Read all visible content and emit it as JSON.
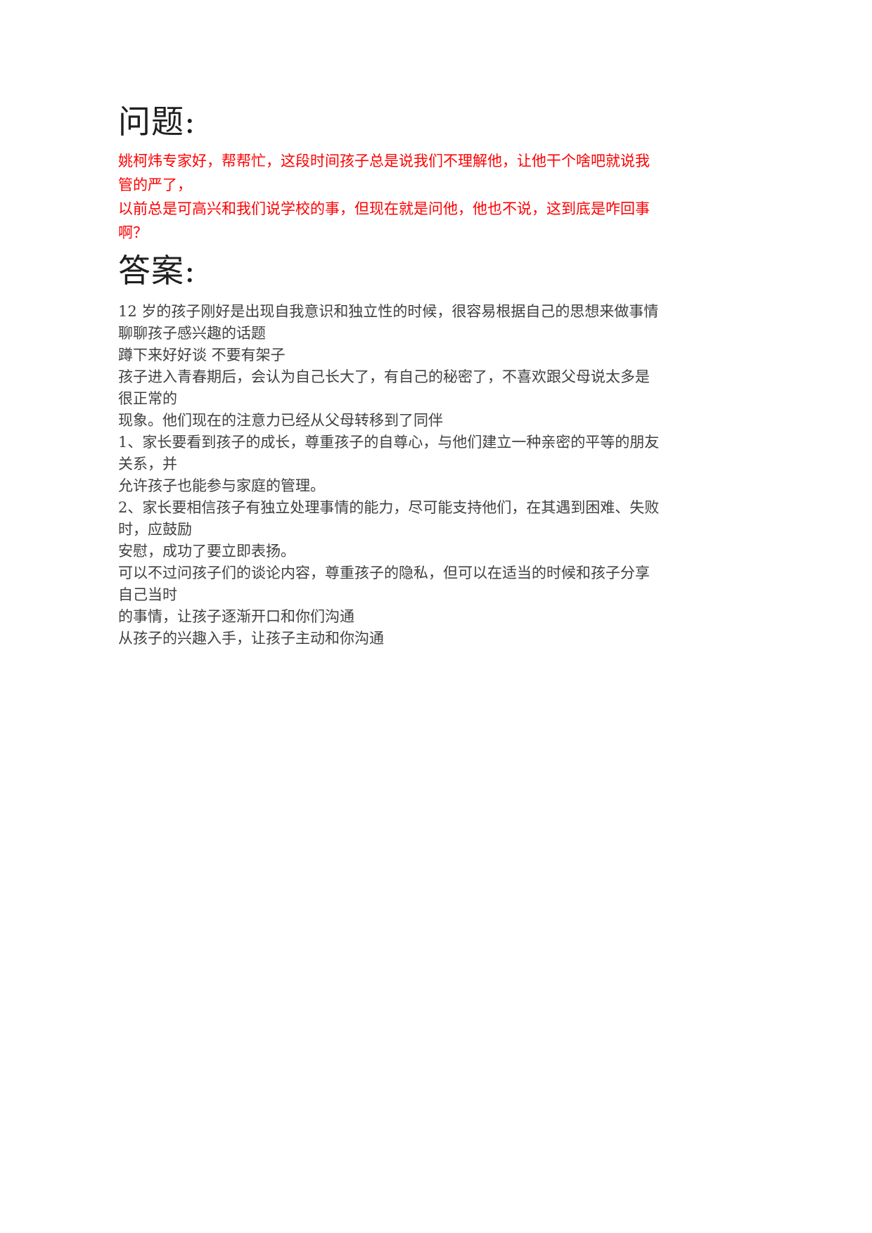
{
  "headings": {
    "question": "问题:",
    "answer": "答案:"
  },
  "question": {
    "lines": [
      "姚柯炜专家好，帮帮忙，这段时间孩子总是说我们不理解他，让他干个啥吧就说我管的严了，",
      "以前总是可高兴和我们说学校的事，但现在就是问他，他也不说，这到底是咋回事啊？"
    ]
  },
  "answer": {
    "lines": [
      "12 岁的孩子刚好是出现自我意识和独立性的时候，很容易根据自己的思想来做事情",
      "聊聊孩子感兴趣的话题",
      "蹲下来好好谈 不要有架子",
      "孩子进入青春期后，会认为自己长大了，有自己的秘密了，不喜欢跟父母说太多是很正常的",
      "现象。他们现在的注意力已经从父母转移到了同伴",
      "1、家长要看到孩子的成长，尊重孩子的自尊心，与他们建立一种亲密的平等的朋友关系，并",
      "允许孩子也能参与家庭的管理。",
      "2、家长要相信孩子有独立处理事情的能力，尽可能支持他们，在其遇到困难、失败时，应鼓励",
      "安慰，成功了要立即表扬。",
      "可以不过问孩子们的谈论内容，尊重孩子的隐私，但可以在适当的时候和孩子分享自己当时",
      "的事情，让孩子逐渐开口和你们沟通",
      "从孩子的兴趣入手，让孩子主动和你沟通"
    ]
  },
  "colors": {
    "question_text": "#FE0000",
    "body_text": "#404040",
    "heading_text": "#1F1F1F",
    "page_background": "#FFFFFF"
  }
}
